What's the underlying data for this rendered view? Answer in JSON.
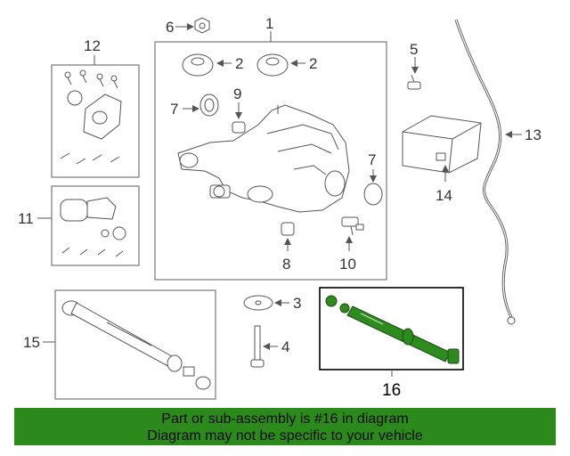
{
  "callouts": {
    "c1": "1",
    "c2a": "2",
    "c2b": "2",
    "c3": "3",
    "c4": "4",
    "c5": "5",
    "c6": "6",
    "c7a": "7",
    "c7b": "7",
    "c8": "8",
    "c9": "9",
    "c10": "10",
    "c11": "11",
    "c12": "12",
    "c13": "13",
    "c14": "14",
    "c15": "15",
    "c16": "16"
  },
  "banner": {
    "line1": "Part or sub-assembly is #16 in diagram",
    "line2": "Diagram may not be specific to your vehicle"
  },
  "colors": {
    "highlight_part": "#2e8b1e",
    "banner_bg": "#2b8a1b"
  }
}
